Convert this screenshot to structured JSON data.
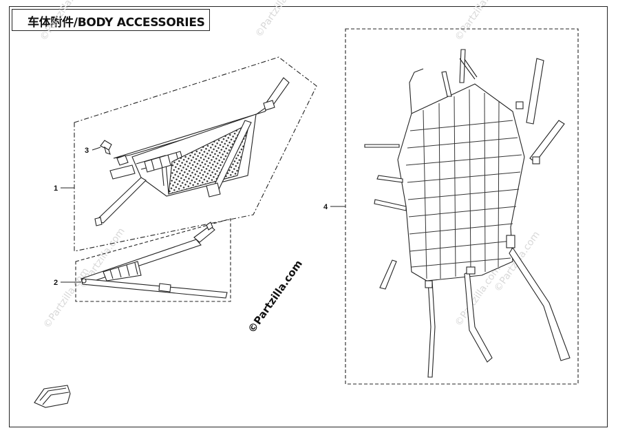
{
  "title": "车体附件/BODY ACCESSORIES",
  "callouts": [
    {
      "id": "1",
      "label": "1"
    },
    {
      "id": "2",
      "label": "2"
    },
    {
      "id": "3",
      "label": "3"
    },
    {
      "id": "4",
      "label": "4"
    }
  ],
  "watermark": {
    "main": "©Partzilla.com",
    "faint": "©Partzilla.com"
  }
}
